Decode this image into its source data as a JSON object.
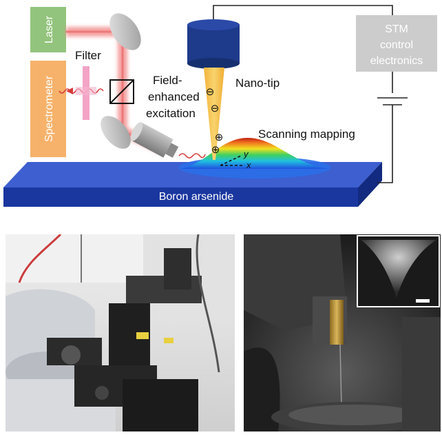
{
  "diagram": {
    "laser_label": "Laser",
    "spectrometer_label": "Spectrometer",
    "filter_label": "Filter",
    "field_label_line1": "Field-",
    "field_label_line2": "enhanced",
    "field_label_line3": "excitation",
    "nanotip_label": "Nano-tip",
    "stm_line1": "STM",
    "stm_line2": "control",
    "stm_line3": "electronics",
    "scanning_label": "Scanning mapping",
    "substrate_label": "Boron arsenide",
    "axis_x": "x",
    "axis_y": "y",
    "charge_minus": "⊖",
    "charge_plus": "⊕"
  },
  "colors": {
    "laser_box": "#93c47d",
    "spectrometer_box": "#f6b26b",
    "stm_box": "#cccccc",
    "substrate": "#1f3a9e",
    "tip_holder": "#1e3a8a",
    "nano_tip": "#f6c34a",
    "beam": "#e84b4b",
    "filter": "#f29ac0"
  }
}
